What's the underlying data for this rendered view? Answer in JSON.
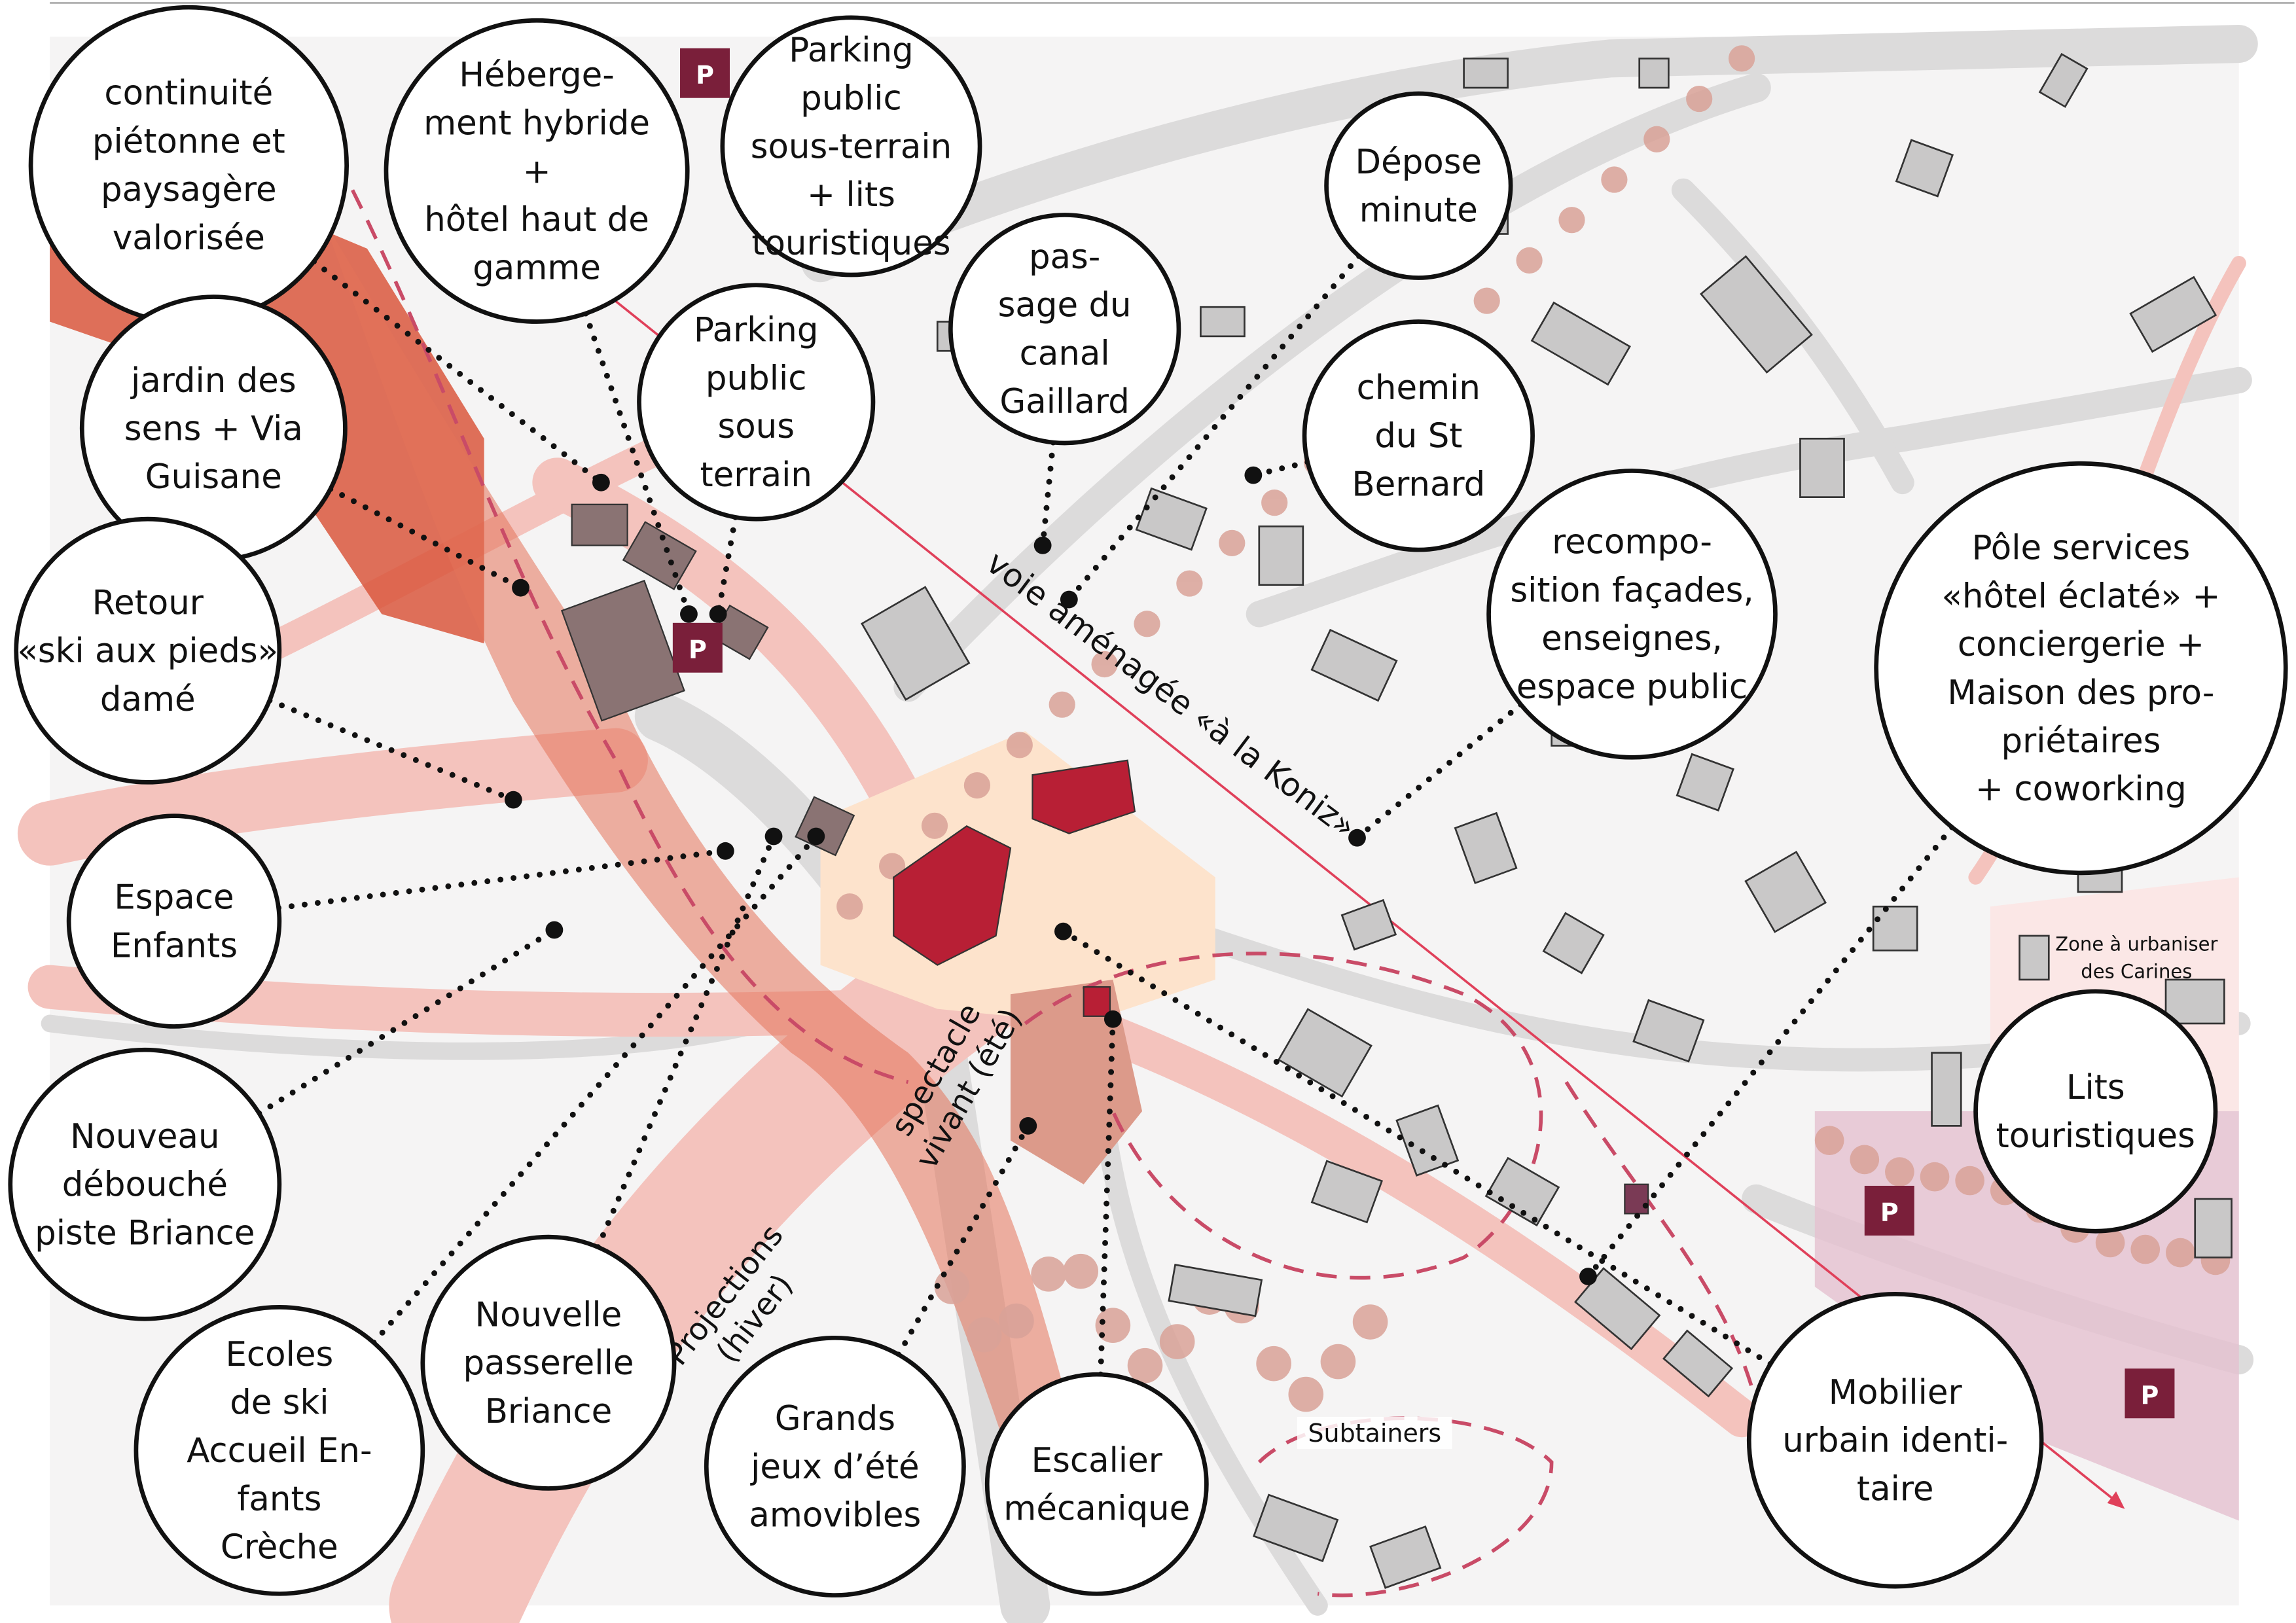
{
  "colors": {
    "background": "#f5f4f4",
    "road": "#dcdbdb",
    "pink_path": "#f4c3bd",
    "red_zone": "#d9573d",
    "accent_red": "#b81f35",
    "parking": "#7a1f3a",
    "dashed": "#c94b67",
    "plaza": "#fde3cc"
  },
  "bubbles": [
    {
      "id": "continuite",
      "lines": [
        "continuité",
        "piétonne et",
        "paysagère",
        "valorisée"
      ]
    },
    {
      "id": "hebergement",
      "lines": [
        "Héberge-",
        "ment hybride",
        "+",
        "hôtel haut de",
        "gamme"
      ]
    },
    {
      "id": "parking-lits",
      "lines": [
        "Parking",
        "public",
        "sous-terrain",
        "+ lits",
        "touristiques"
      ]
    },
    {
      "id": "depose",
      "lines": [
        "Dépose",
        "minute"
      ]
    },
    {
      "id": "canal",
      "lines": [
        "pas-",
        "sage du",
        "canal",
        "Gaillard"
      ]
    },
    {
      "id": "jardin",
      "lines": [
        "jardin des",
        "sens + Via",
        "Guisane"
      ]
    },
    {
      "id": "parking-sous",
      "lines": [
        "Parking",
        "public",
        "sous",
        "terrain"
      ]
    },
    {
      "id": "st-bernard",
      "lines": [
        "chemin",
        "du St",
        "Bernard"
      ]
    },
    {
      "id": "ski-pieds",
      "lines": [
        "Retour",
        "«ski aux pieds»",
        "damé"
      ]
    },
    {
      "id": "recomposition",
      "lines": [
        "recompo-",
        "sition façades,",
        "enseignes,",
        "espace public"
      ]
    },
    {
      "id": "pole-services",
      "lines": [
        "Pôle services",
        "«hôtel éclaté» +",
        "conciergerie +",
        "Maison des pro-",
        "priétaires",
        "+ coworking"
      ]
    },
    {
      "id": "espace-enfants",
      "lines": [
        "Espace",
        "Enfants"
      ]
    },
    {
      "id": "lits",
      "lines": [
        "Lits",
        "touristiques"
      ]
    },
    {
      "id": "debouche",
      "lines": [
        "Nouveau",
        "débouché",
        "piste Briance"
      ]
    },
    {
      "id": "ecoles",
      "lines": [
        "Ecoles",
        "de ski",
        "Accueil En-",
        "fants",
        "Crèche"
      ]
    },
    {
      "id": "passerelle",
      "lines": [
        "Nouvelle",
        "passerelle",
        "Briance"
      ]
    },
    {
      "id": "jeux",
      "lines": [
        "Grands",
        "jeux d’été",
        "amovibles"
      ]
    },
    {
      "id": "escalier",
      "lines": [
        "Escalier",
        "mécanique"
      ]
    },
    {
      "id": "mobilier",
      "lines": [
        "Mobilier",
        "urbain identi-",
        "taire"
      ]
    }
  ],
  "map_labels": {
    "voie": "voie aménagée «à la Koniz»",
    "projections": [
      "Projections",
      "(hiver)"
    ],
    "spectacle": [
      "spectacle",
      "vivant (été)"
    ],
    "subtainers": "Subtainers",
    "zone": [
      "Zone à urbaniser",
      "des Carines"
    ]
  },
  "parking_label": "P"
}
